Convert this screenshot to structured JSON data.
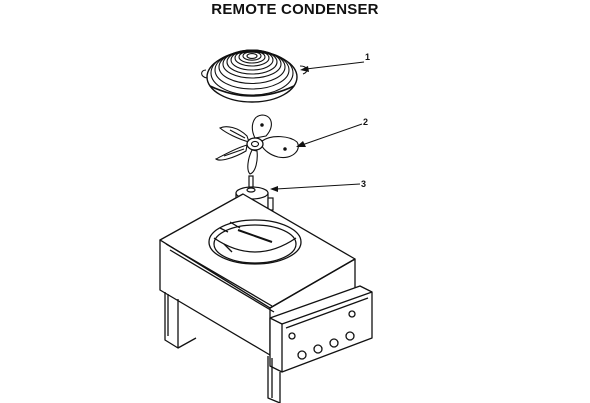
{
  "title": "REMOTE CONDENSER",
  "parts": [
    {
      "number": "1",
      "part": "fan guard"
    },
    {
      "number": "2",
      "part": "fan blade"
    },
    {
      "number": "3",
      "part": "fan motor"
    }
  ],
  "colors": {
    "ink": "#111111",
    "background": "#ffffff"
  }
}
